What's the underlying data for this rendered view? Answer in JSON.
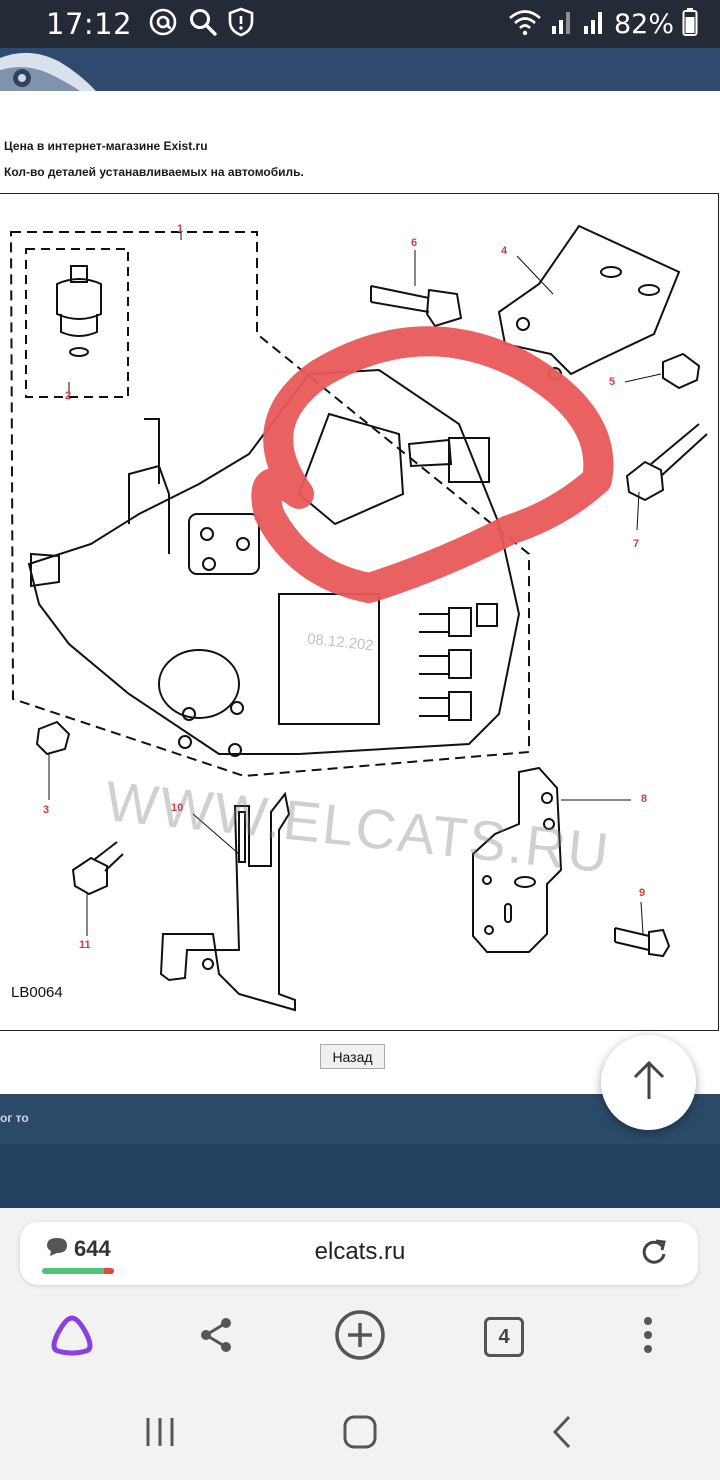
{
  "status_bar": {
    "time": "17:12",
    "battery": "82%",
    "icons_left": [
      "at-icon",
      "search-icon",
      "shield-alert-icon"
    ],
    "icons_right": [
      "wifi-icon",
      "signal-icon",
      "signal-icon",
      "battery-icon"
    ]
  },
  "notes": {
    "line1": "Цена в интернет-магазине Exist.ru",
    "line2": "Кол-во деталей устанавливаемых на автомобиль."
  },
  "diagram": {
    "code": "LB0064",
    "watermark": "WWW.ELCATS.RU",
    "watermark_date": "08.12.202",
    "callouts": [
      "1",
      "2",
      "3",
      "4",
      "5",
      "6",
      "7",
      "8",
      "9",
      "10",
      "11"
    ],
    "highlight_color": "#e9595a"
  },
  "back_button": {
    "label": "Назад"
  },
  "footer": {
    "fragment": "ог то"
  },
  "browser": {
    "comments_count": "644",
    "url": "elcats.ru",
    "tab_count": "4",
    "accent": "#8b3fe0"
  }
}
